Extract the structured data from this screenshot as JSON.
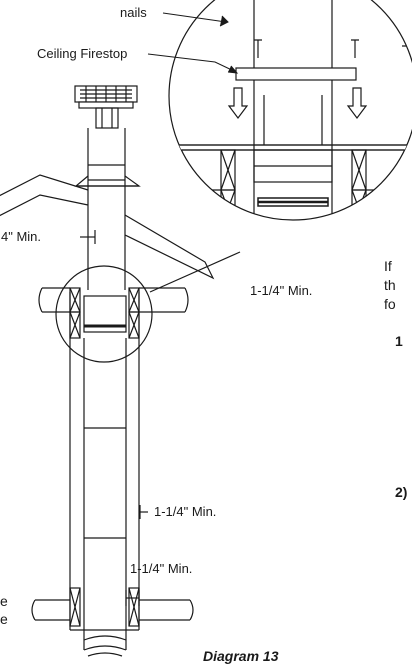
{
  "labels": {
    "nails": "nails",
    "ceiling_firestop": "Ceiling Firestop",
    "clearance_inset": "1-1/4\" Min.",
    "clearance_left": "4\" Min.",
    "clearance_mid": "1-1/4\" Min.",
    "clearance_low": "1-1/4\" Min."
  },
  "caption": "Diagram 13",
  "right_column": {
    "line1": "If",
    "line2": "th",
    "line3": "fo",
    "item1": "1",
    "item2": "2)"
  },
  "left_column_edge": [
    "e",
    "e"
  ]
}
